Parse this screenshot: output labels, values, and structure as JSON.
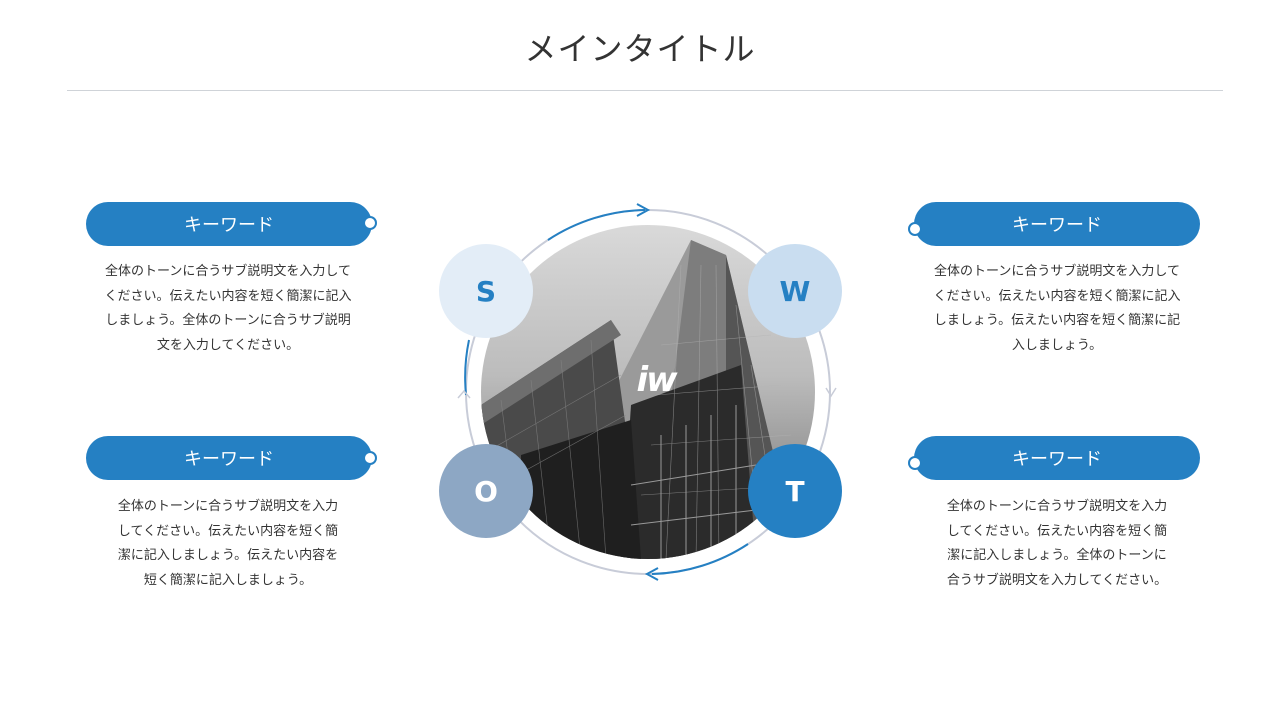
{
  "title": "メインタイトル",
  "center": {
    "logo_text": "iw",
    "photo_subject": "skyscraper-photo"
  },
  "quadrants": {
    "s": {
      "letter": "S",
      "color": "#e3edf7",
      "text_color": "#2580c3"
    },
    "w": {
      "letter": "W",
      "color": "#c9ddf0",
      "text_color": "#2580c3"
    },
    "o": {
      "letter": "O",
      "color": "#8da7c4",
      "text_color": "#ffffff"
    },
    "t": {
      "letter": "T",
      "color": "#2580c3",
      "text_color": "#ffffff"
    }
  },
  "cards": {
    "top_left": {
      "keyword": "キーワード",
      "lines": [
        "全体のトーンに合うサブ説明文を入力して",
        "ください。伝えたい内容を短く簡潔に記入",
        "しましょう。全体のトーンに合うサブ説明",
        "文を入力してください。"
      ]
    },
    "bottom_left": {
      "keyword": "キーワード",
      "lines": [
        "全体のトーンに合うサブ説明文を入力",
        "してください。伝えたい内容を短く簡",
        "潔に記入しましょう。伝えたい内容を",
        "短く簡潔に記入しましょう。"
      ]
    },
    "top_right": {
      "keyword": "キーワード",
      "lines": [
        "全体のトーンに合うサブ説明文を入力して",
        "ください。伝えたい内容を短く簡潔に記入",
        "しましょう。伝えたい内容を短く簡潔に記",
        "入しましょう。"
      ]
    },
    "bottom_right": {
      "keyword": "キーワード",
      "lines": [
        "全体のトーンに合うサブ説明文を入力",
        "してください。伝えたい内容を短く簡",
        "潔に記入しましょう。全体のトーンに",
        "合うサブ説明文を入力してください。"
      ]
    }
  },
  "colors": {
    "accent": "#2580c3",
    "rule": "#cfd3d8",
    "ring": "#c8ccd8"
  }
}
